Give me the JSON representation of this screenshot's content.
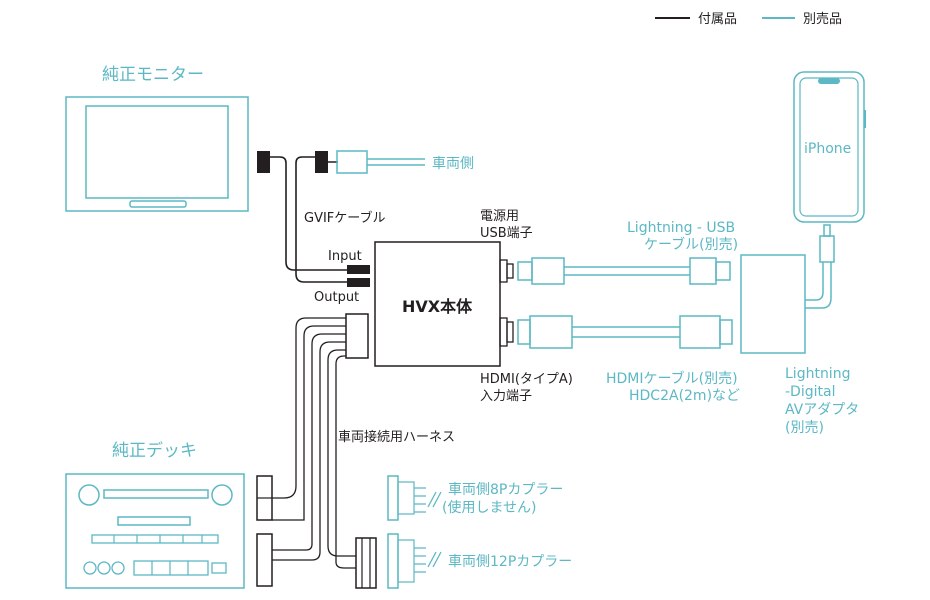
{
  "legend": {
    "included_label": "付属品",
    "separate_label": "別売品",
    "included_color": "#231f20",
    "separate_color": "#5cb8c4"
  },
  "monitor": {
    "title": "純正モニター"
  },
  "deck": {
    "title": "純正デッキ"
  },
  "main_unit": {
    "label": "HVX本体"
  },
  "gvif": {
    "cable_label": "GVIFケーブル",
    "vehicle_side": "車両側",
    "input_label": "Input",
    "output_label": "Output"
  },
  "power": {
    "line1": "電源用",
    "line2": "USB端子"
  },
  "hdmi_port": {
    "line1": "HDMI(タイプA)",
    "line2": "入力端子"
  },
  "harness": {
    "label": "車両接続用ハーネス"
  },
  "connectors": {
    "c8_line1": "車両側8Pカプラー",
    "c8_line2": "(使用しません)",
    "c12": "車両側12Pカプラー"
  },
  "lightning_usb": {
    "line1": "Lightning - USB",
    "line2": "ケーブル(別売)"
  },
  "hdmi_cable": {
    "line1": "HDMIケーブル(別売)",
    "line2": "HDC2A(2m)など"
  },
  "adapter": {
    "line1": "Lightning",
    "line2": "-Digital",
    "line3": "AVアダプタ",
    "line4": "(別売)"
  },
  "iphone": {
    "label": "iPhone"
  }
}
